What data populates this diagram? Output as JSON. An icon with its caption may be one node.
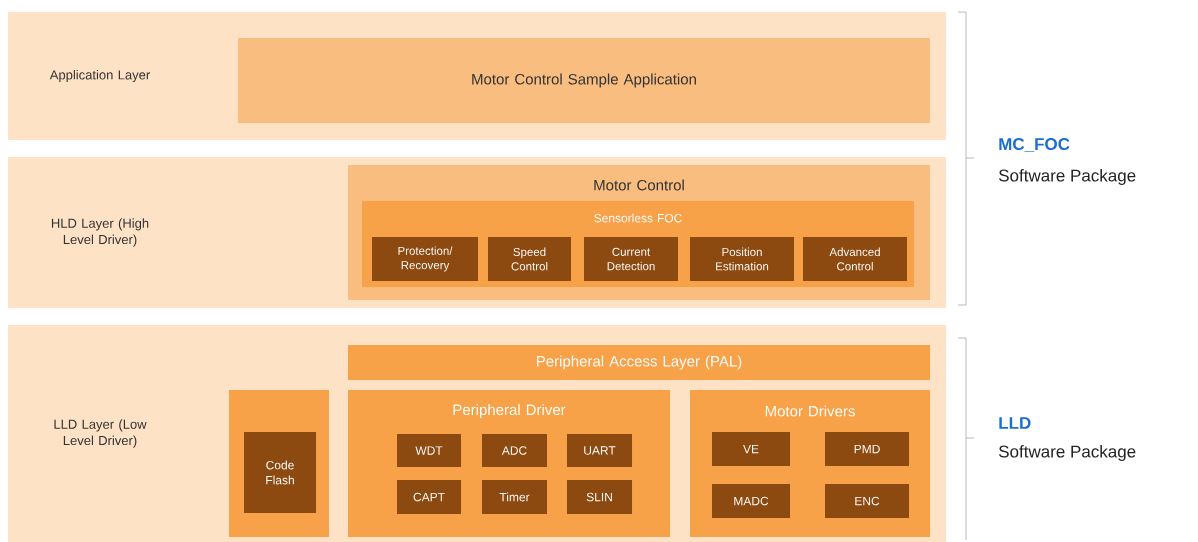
{
  "diagram": {
    "nodes": [
      {
        "text": [
          "Application Layer"
        ]
      },
      {
        "text": [
          "Motor Control Sample Application"
        ],
        "in": 0
      },
      {
        "text": [
          "HLD Layer (High Level Driver)"
        ]
      },
      {
        "text": [
          "Motor Control"
        ],
        "in": 2
      },
      {
        "text": [
          "Sensorless FOC"
        ],
        "in": 3
      },
      {
        "text": [
          "Protection/ Recovery"
        ],
        "in": 4
      },
      {
        "text": [
          "Speed Control"
        ],
        "in": 4
      },
      {
        "text": [
          "Current Detection"
        ],
        "in": 4
      },
      {
        "text": [
          "Position Estimation"
        ],
        "in": 4
      },
      {
        "text": [
          "Advanced Control"
        ],
        "in": 4
      },
      {
        "text": [
          "LLD Layer (Low Level Driver)"
        ]
      },
      {
        "text": [],
        "shape": "box",
        "in": 10
      },
      {
        "text": [
          "Code Flash"
        ],
        "in": 11
      },
      {
        "text": [
          "Peripheral Access Layer (PAL)"
        ],
        "in": 10
      },
      {
        "text": [
          "Peripheral Driver"
        ],
        "in": 10
      },
      {
        "text": [
          "WDT"
        ],
        "in": 14
      },
      {
        "text": [
          "ADC"
        ],
        "in": 14
      },
      {
        "text": [
          "UART"
        ],
        "in": 14
      },
      {
        "text": [
          "CAPT"
        ],
        "in": 14
      },
      {
        "text": [
          "Timer"
        ],
        "in": 14
      },
      {
        "text": [
          "SLIN"
        ],
        "in": 14
      },
      {
        "text": [
          "Motor Drivers"
        ],
        "in": 10
      },
      {
        "text": [
          "VE"
        ],
        "in": 21
      },
      {
        "text": [
          "PMD"
        ],
        "in": 21
      },
      {
        "text": [
          "MADC"
        ],
        "in": 21
      },
      {
        "text": [
          "ENC"
        ],
        "in": 21
      }
    ],
    "labels": [
      "MC_FOC",
      "Software Package",
      "LLD",
      "Software Package"
    ]
  }
}
